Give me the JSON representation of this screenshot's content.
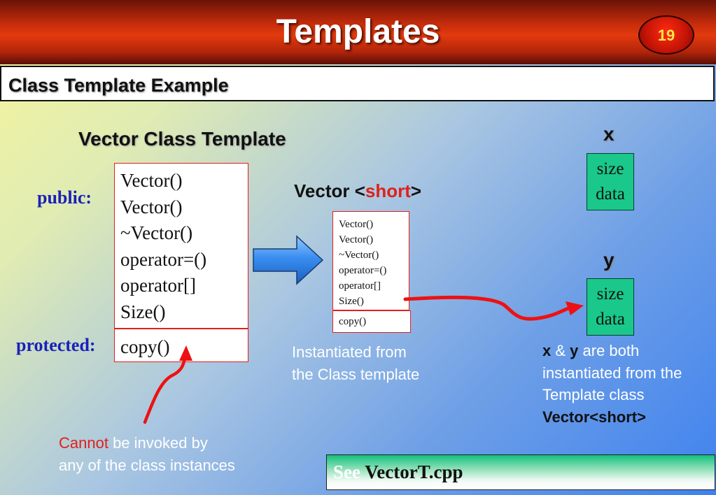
{
  "header": {
    "title": "Templates",
    "slide_number": "19"
  },
  "subheader": {
    "title": "Class Template Example"
  },
  "class_template": {
    "heading": "Vector Class Template",
    "public_label": "public:",
    "protected_label": "protected:",
    "public_members": [
      "Vector()",
      "Vector()",
      "~Vector()",
      "operator=()",
      "operator[]",
      "Size()"
    ],
    "protected_members": [
      "copy()"
    ]
  },
  "instantiation": {
    "heading_prefix": "Vector <",
    "heading_type": "short",
    "heading_suffix": ">",
    "public_members": [
      "Vector()",
      "Vector()",
      "~Vector()",
      "operator=()",
      "operator[]",
      "Size()"
    ],
    "protected_members": [
      "copy()"
    ],
    "note_line1": "Instantiated from",
    "note_line2": "the Class template"
  },
  "objects": {
    "x": {
      "label": "x",
      "fields": [
        "size",
        "data"
      ]
    },
    "y": {
      "label": "y",
      "fields": [
        "size",
        "data"
      ]
    }
  },
  "objects_note": {
    "x": "x",
    "amp": " & ",
    "y": "y",
    "line1_rest": " are both",
    "line2": "instantiated from the",
    "line3": "Template class",
    "line4": "Vector<short>"
  },
  "cannot_note": {
    "highlight": "Cannot",
    "line1_rest": " be invoked by",
    "line2": "any of the class instances"
  },
  "see": {
    "prefix": "See",
    "file": "VectorT.cpp"
  },
  "colors": {
    "accent_red": "#e0201a",
    "label_blue": "#1a22b8",
    "object_green": "#19c88a",
    "header_red": "#c82d0b"
  }
}
